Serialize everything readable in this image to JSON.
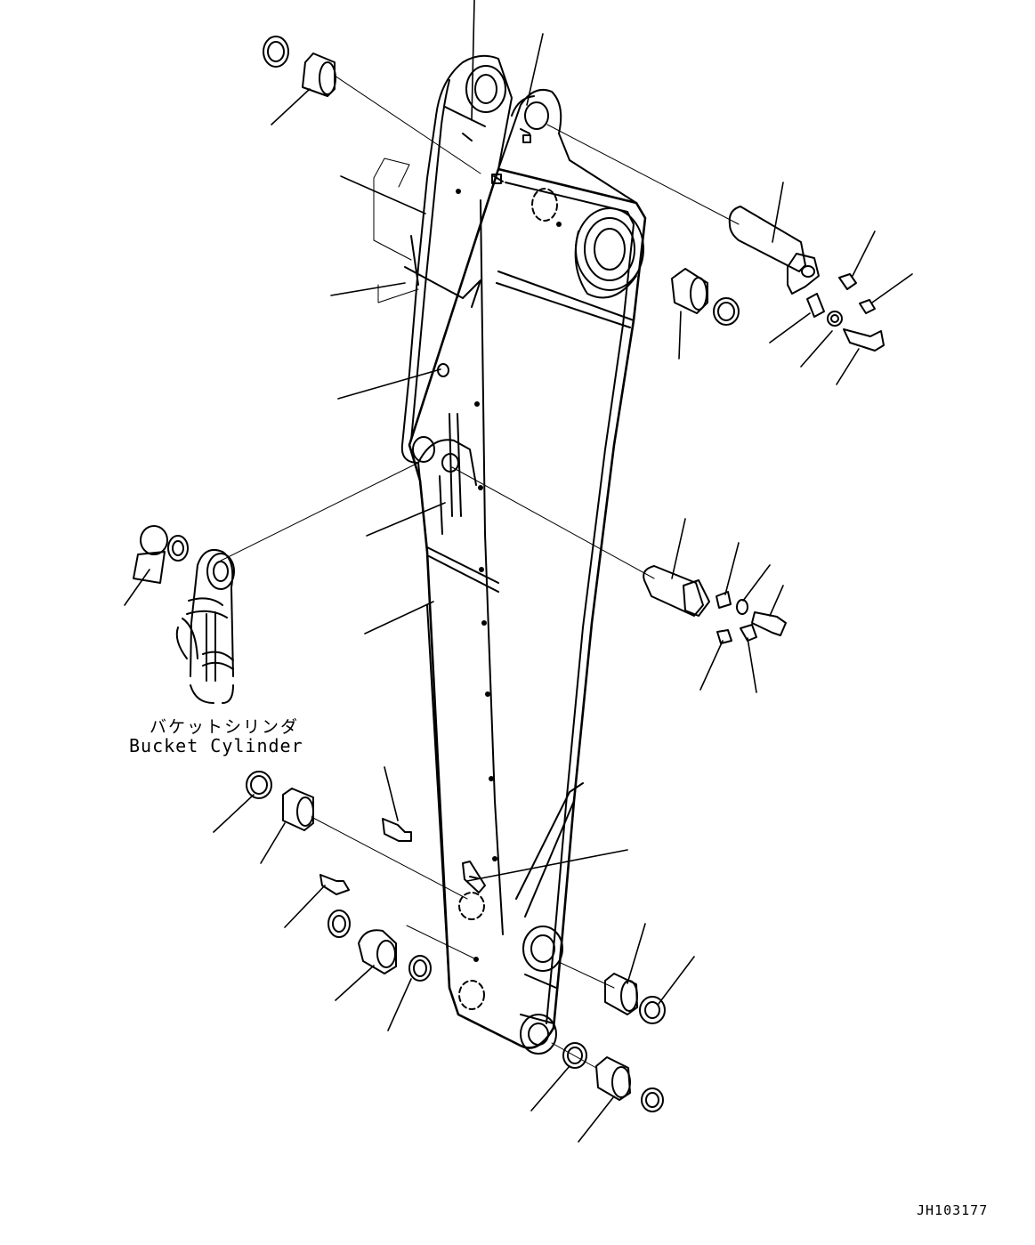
{
  "callout": {
    "label_jp": "バケットシリンダ",
    "label_en": "Bucket Cylinder"
  },
  "drawing_code": "JH103177",
  "colors": {
    "line": "#000000",
    "background": "#ffffff"
  }
}
